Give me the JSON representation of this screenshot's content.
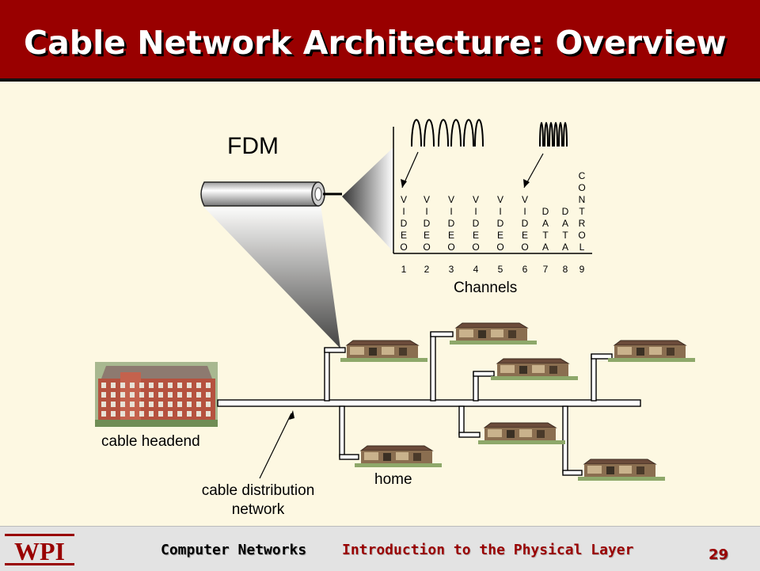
{
  "title": "Cable Network Architecture: Overview",
  "diagram": {
    "fdm_label": "FDM",
    "channels_label": "Channels",
    "channel_numbers": [
      "1",
      "2",
      "3",
      "4",
      "5",
      "6",
      "7",
      "8",
      "9"
    ],
    "channel_types": [
      "VIDEO",
      "VIDEO",
      "VIDEO",
      "VIDEO",
      "VIDEO",
      "VIDEO",
      "DATA",
      "DATA",
      "CONTROL"
    ],
    "headend_label": "cable headend",
    "home_label": "home",
    "distribution_label": "cable distribution network"
  },
  "footer": {
    "logo_text": "WPI",
    "course": "Computer Networks",
    "topic": "Introduction to the Physical Layer",
    "page_number": "29"
  },
  "colors": {
    "title_bg": "#990000",
    "background": "#fdf8e2",
    "footer_bg": "#e3e3e3"
  }
}
